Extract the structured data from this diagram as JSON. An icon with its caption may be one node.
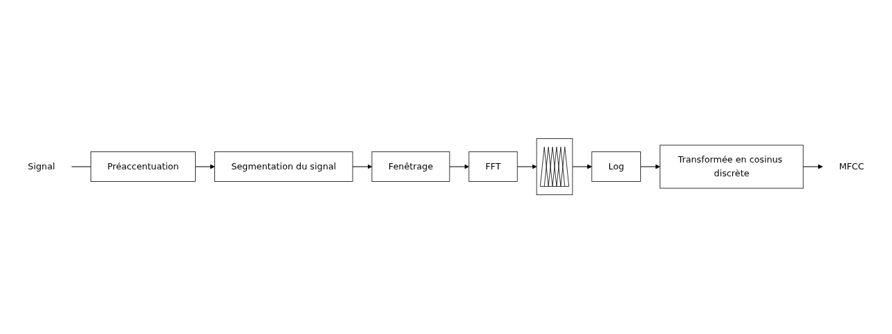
{
  "diagram": {
    "nodes": [
      {
        "text": [
          "Signal"
        ]
      },
      {
        "text": [
          "Préaccentuation"
        ]
      },
      {
        "text": [
          "Segmentation du signal"
        ]
      },
      {
        "text": [
          "Fenêtrage"
        ]
      },
      {
        "text": [
          "FFT"
        ]
      },
      {
        "text": [],
        "shape": "picture"
      },
      {
        "text": [
          "Log"
        ]
      },
      {
        "text": [
          "Transformée en cosinus discrète"
        ]
      },
      {
        "text": [
          "MFCC"
        ]
      }
    ],
    "edges": [
      {
        "from": 0,
        "to": 1,
        "arrow": "none"
      },
      {
        "from": 1,
        "to": 2,
        "arrow": "to"
      },
      {
        "from": 2,
        "to": 3,
        "arrow": "to"
      },
      {
        "from": 3,
        "to": 4,
        "arrow": "to"
      },
      {
        "from": 4,
        "to": 5,
        "arrow": "to"
      },
      {
        "from": 5,
        "to": 6,
        "arrow": "to"
      },
      {
        "from": 6,
        "to": 7,
        "arrow": "to"
      },
      {
        "from": 7,
        "to": 8,
        "arrow": "to"
      }
    ]
  }
}
